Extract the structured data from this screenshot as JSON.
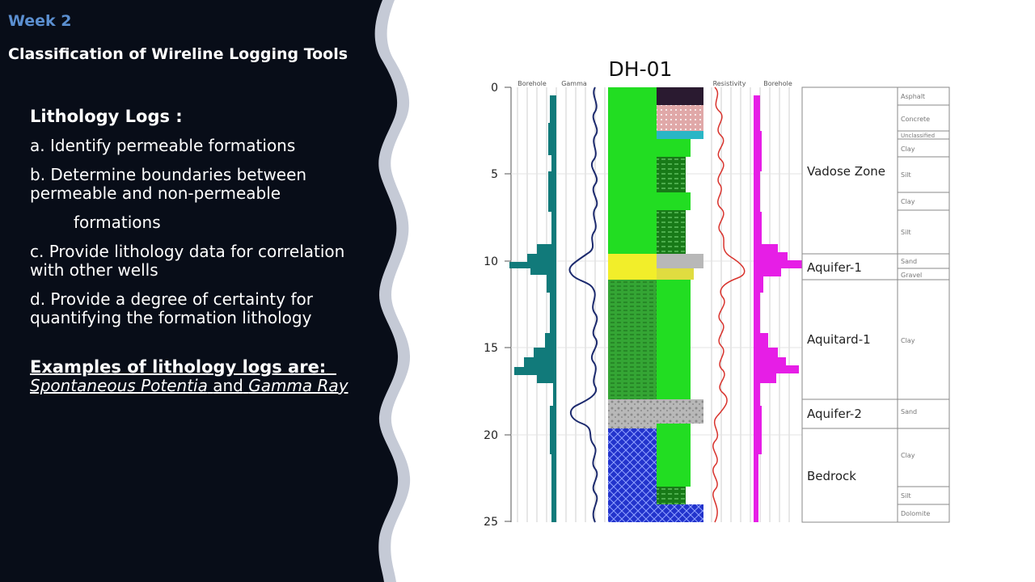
{
  "header": {
    "week": "Week 2",
    "title": "Classification of Wireline Logging Tools"
  },
  "content": {
    "heading": "Lithology Logs :",
    "items": [
      " a. Identify permeable formations",
      " b. Determine boundaries between permeable and non-permeable",
      "formations",
      " c. Provide lithology data for correlation with other wells",
      " d. Provide a degree of certainty for quantifying the formation lithology"
    ],
    "examples_lead": "Examples of lithology logs are:",
    "example_1": "Spontaneous Potentia",
    "connector": "and",
    "example_2": "Gamma Ray"
  },
  "figure": {
    "title": "DH-01",
    "column_headers": [
      "Borehole",
      "Gamma",
      "Resistivity",
      "Borehole"
    ],
    "depth_ticks": [
      "0",
      "5",
      "10",
      "15",
      "20",
      "25"
    ],
    "zones": [
      "Vadose Zone",
      "Aquifer-1",
      "Aquitard-1",
      "Aquifer-2",
      "Bedrock"
    ],
    "materials": [
      "Asphalt",
      "Concrete",
      "Unclassified",
      "Clay",
      "Silt",
      "Clay",
      "Silt",
      "Sand",
      "Gravel",
      "Clay",
      "Sand",
      "Clay",
      "Silt",
      "Dolomite"
    ],
    "colors": {
      "panel": "#080d18",
      "wave": "#c5cad6",
      "accent": "#5b8fd0",
      "gamma_left": "#117a7a",
      "gamma_right": "#e61ee6",
      "sp_curve": "#1c2a6e",
      "resistivity_curve": "#d8322c",
      "clay": "#22dd22",
      "silt": "#187a18",
      "sand": "#f2ee2a",
      "gravel": "#b5b5b5",
      "bedrock": "#2233cc"
    }
  }
}
